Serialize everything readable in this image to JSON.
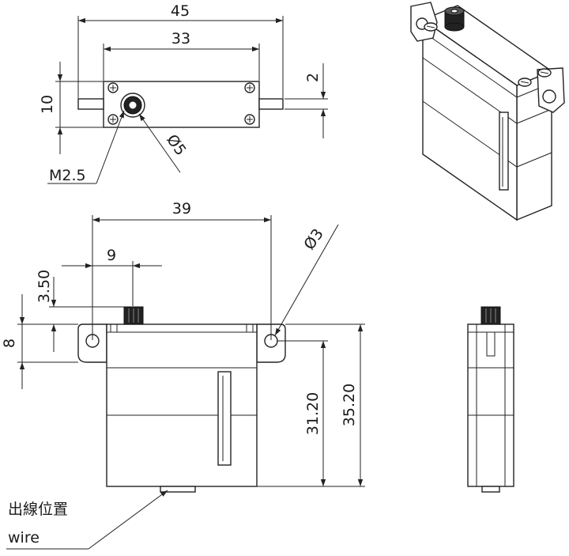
{
  "top_view": {
    "dim_width_overall": "45",
    "dim_width_body": "33",
    "dim_height": "10",
    "dim_flange": "2",
    "label_screw": "M2.5",
    "label_shaft_dia": "Ø5"
  },
  "front_view": {
    "dim_hole_spacing": "39",
    "dim_shaft_offset": "9",
    "dim_shaft_height": "3.50",
    "dim_flange_height": "8",
    "label_hole_dia": "Ø3",
    "dim_body_height": "31.20",
    "dim_overall_height": "35.20"
  },
  "wire_note": {
    "line1": "出線位置",
    "line2": "wire"
  }
}
